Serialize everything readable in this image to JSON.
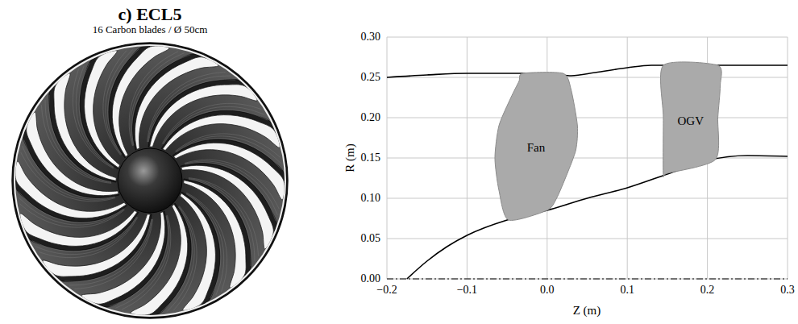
{
  "diagram": {
    "title": "c) ECL5",
    "nodes": [
      {
        "text": [
          "Fan"
        ]
      },
      {
        "text": [
          "OGV"
        ]
      }
    ],
    "labels": [
      "16 Carbon blades / Ø 50cm",
      "0.30",
      "0.25",
      "0.20",
      "0.15",
      "0.10",
      "0.05",
      "0.00",
      "R (m)",
      "−0.2",
      "−0.1",
      "0.0",
      "0.1",
      "0.2",
      "0.3",
      "Z (m)"
    ]
  }
}
